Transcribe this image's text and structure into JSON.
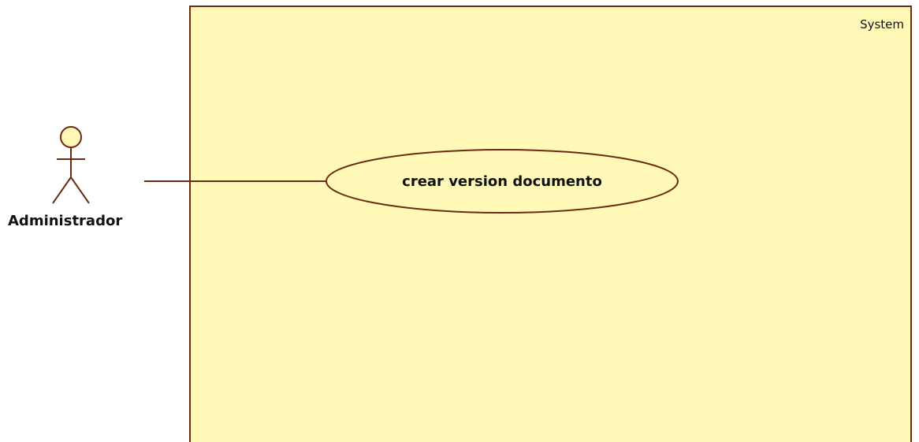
{
  "system": {
    "label": "System",
    "fill_color": "#fff8b7",
    "border_color": "#6b2a12"
  },
  "actor": {
    "name": "Administrador"
  },
  "use_case": {
    "label": "crear version documento"
  },
  "colors": {
    "line": "#6b2a12",
    "actor_fill": "#fff8b7"
  }
}
